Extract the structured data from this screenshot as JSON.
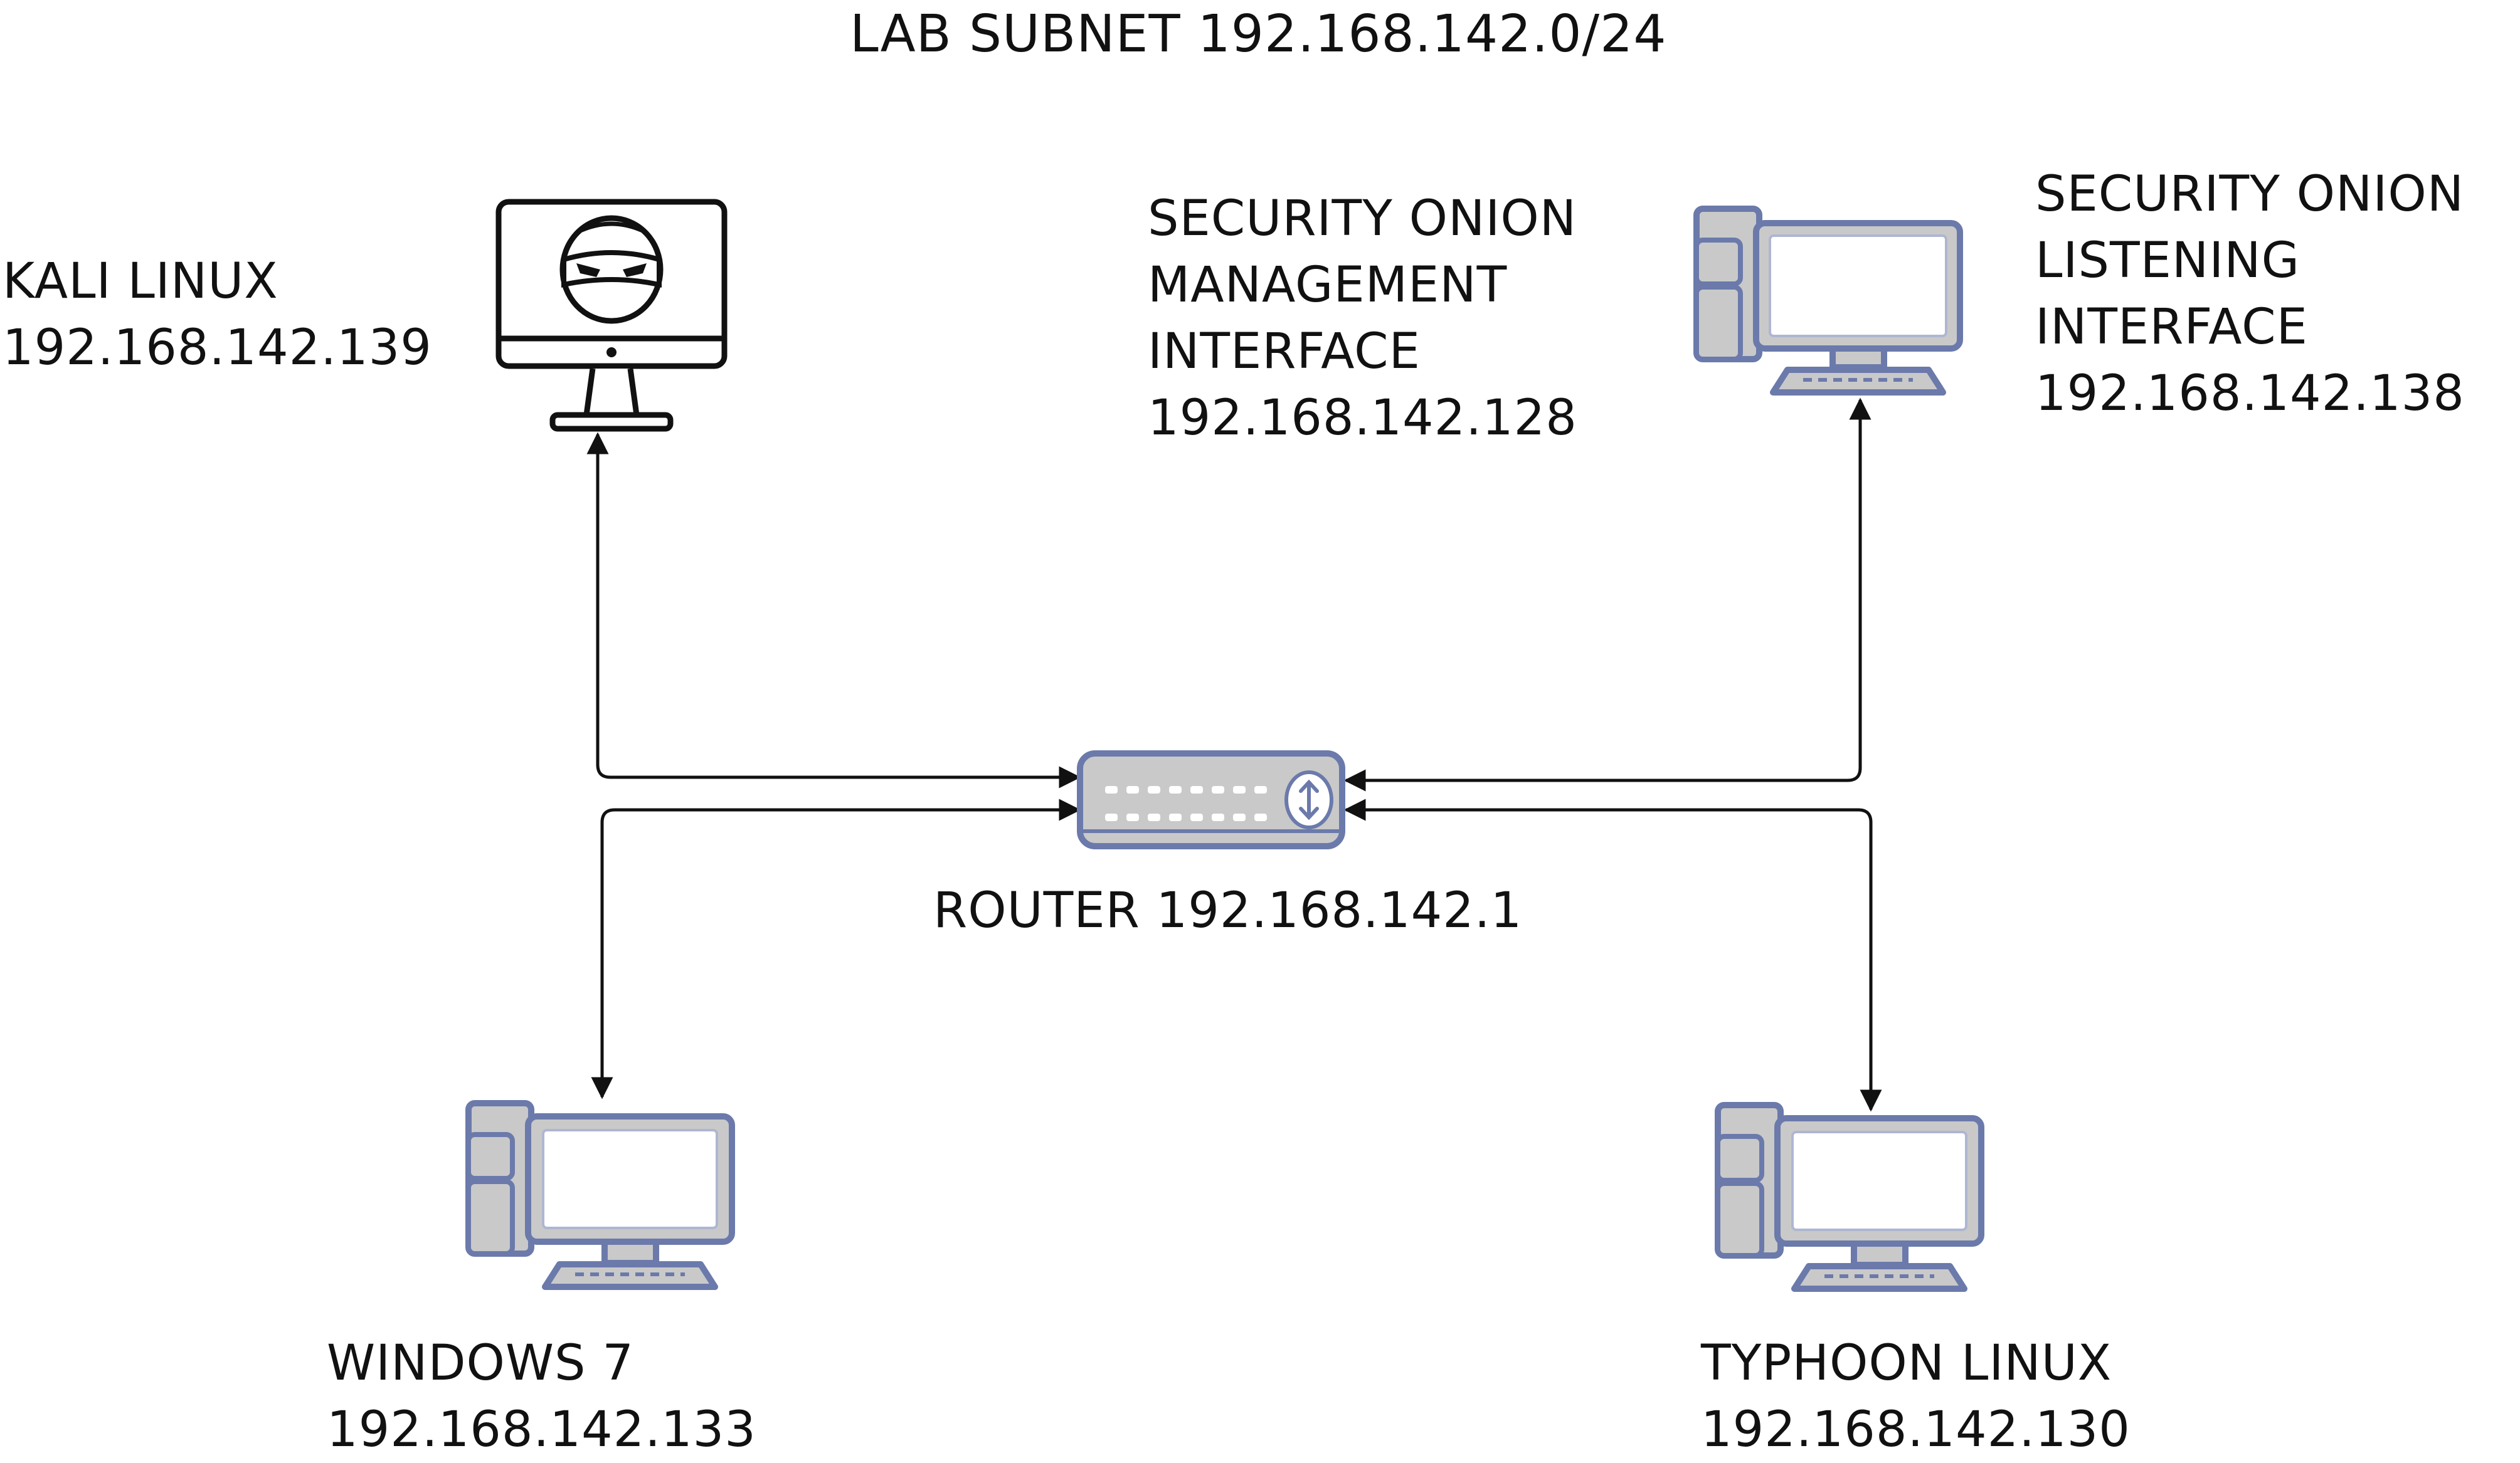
{
  "title": "LAB SUBNET 192.168.142.0/24",
  "colors": {
    "stroke": "#6b7aab",
    "case_fill": "#c9c9c9",
    "screen_fill": "#ffffff",
    "line": "#111111",
    "text": "#111111"
  },
  "nodes": {
    "kali": {
      "name": "KALI LINUX",
      "ip": "192.168.142.139",
      "icon": "hacker-monitor-icon"
    },
    "so_management": {
      "name_lines": [
        "SECURITY ONION",
        "MANAGEMENT",
        "INTERFACE"
      ],
      "ip": "192.168.142.128"
    },
    "so_listening": {
      "name_lines": [
        "SECURITY ONION",
        "LISTENING",
        "INTERFACE"
      ],
      "ip": "192.168.142.138",
      "icon": "desktop-computer-icon"
    },
    "router": {
      "name": "ROUTER 192.168.142.1",
      "icon": "router-icon"
    },
    "windows7": {
      "name": "WINDOWS 7",
      "ip": "192.168.142.133",
      "icon": "desktop-computer-icon"
    },
    "typhoon": {
      "name": "TYPHOON LINUX",
      "ip": "192.168.142.130",
      "icon": "desktop-computer-icon"
    }
  }
}
